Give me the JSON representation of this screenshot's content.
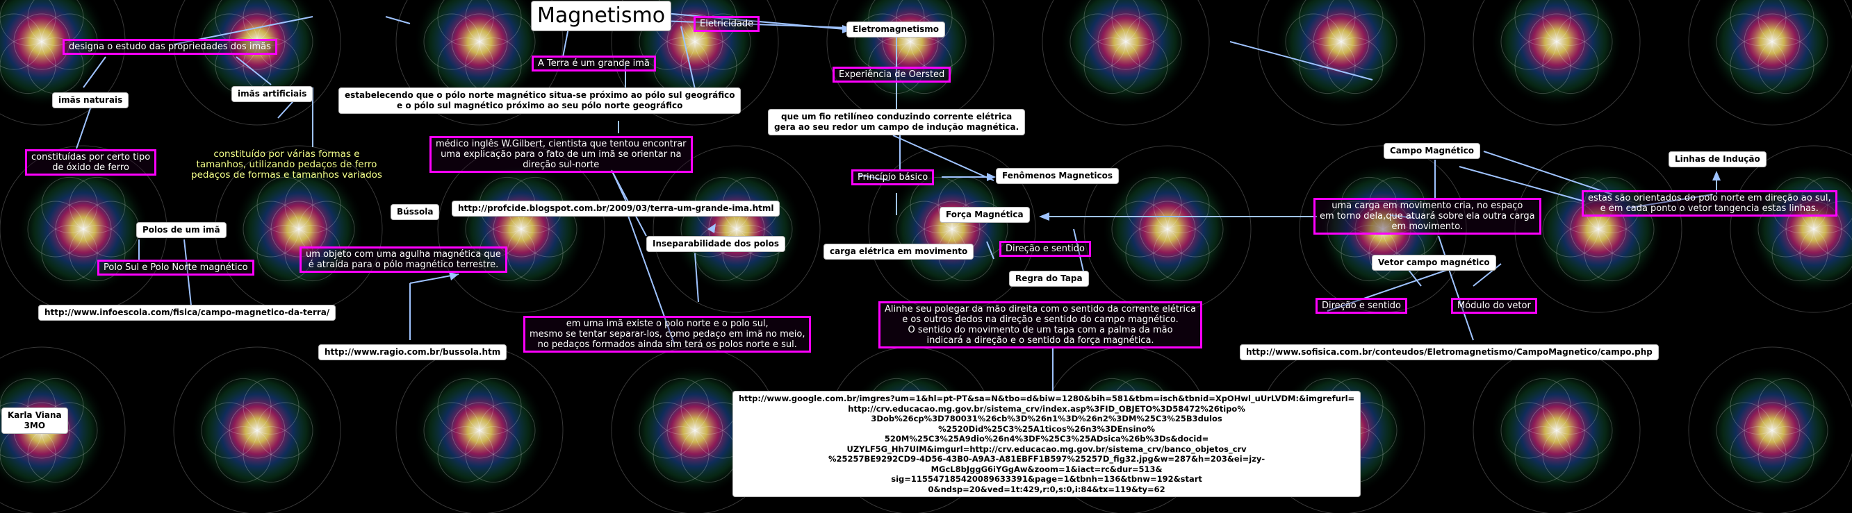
{
  "nodes": {
    "title": "Magnetismo",
    "eletricidade": "Eletricidade",
    "eletromagnetismo": "Eletromagnetismo",
    "designa": "designa o estudo das propriedades dos imãs",
    "terra_ima": "A Terra é um grande imã",
    "imas_naturais": "imãs naturais",
    "imas_artificiais": "imãs artificiais",
    "estabelecendo": "estabelecendo que o pólo norte magnético situa-se próximo ao pólo sul geográfico\ne o pólo sul magnético próximo ao seu pólo norte geográfico",
    "oersted": "Experiência de Oersted",
    "fio": "que um fio retilíneo conduzindo corrente elétrica\ngera ao seu redor um campo de indução magnética.",
    "constituidos_oxido": "constituídas por certo tipo\nde óxido de ferro",
    "constituido_varias": "constituído por várias formas e\ntamanhos, utilizando pedaços de ferro\npedaços de formas e tamanhos variados",
    "medico": "médico inglês  W.Gilbert, cientista que tentou encontrar\numa explicação para o fato de um imã se orientar na\ndireção sul-norte",
    "principio": "Princípio básico",
    "fenomenos": "Fenômenos Magneticos",
    "campo": "Campo Magnético",
    "linhas": "Linhas de Indução",
    "profcide": "http://profcide.blogspot.com.br/2009/03/terra-um-grande-ima.html",
    "polos": "Polos de um imã",
    "bussola": "Bússola",
    "forca": "Força Magnética",
    "carga_mov": "uma carga em movimento cria, no espaço\nem torno dela,que atuará sobre ela outra carga\nem movimento.",
    "estas": "estas são orientados do polo norte em direção ao sul,\ne em cada ponto o vetor tangencia estas linhas.",
    "insep": "Inseparabilidade dos polos",
    "carga_eletrica": "carga elétrica em movimento",
    "direcao": "Direção e sentido",
    "polo_sul_norte": "Polo Sul e Polo Norte magnético",
    "agulha": "um objeto com uma agulha magnética que\né atraída para o pólo magnético terrestre.",
    "vetor": "Vetor campo magnético",
    "regra": "Regra do Tapa",
    "infoescola": "http://www.infoescola.com/fisica/campo-magnetico-da-terra/",
    "alinhe": "Alinhe seu polegar da mão direita com o sentido da corrente elétrica\ne os outros dedos na direção e sentido do campo magnético.\nO sentido do movimento de um tapa com a palma da mão\nindicará a direção e o sentido da força magnética.",
    "direcao2": "Direção e sentido",
    "modulo": "Módulo do vetor",
    "imaum": "em uma imã existe o polo norte e o polo sul,\nmesmo se tentar separar-los, como pedaço em imã no meio,\nno pedaços formados ainda sim terá os polos norte e sul.",
    "ragio": "http://www.ragio.com.br/bussola.htm",
    "sofisica": "http://www.sofisica.com.br/conteudos/Eletromagnetismo/CampoMagnetico/campo.php",
    "karla": "Karla Viana\n3MO",
    "google": "http://www.google.com.br/imgres?um=1&hl=pt-PT&sa=N&tbo=d&biw=1280&bih=581&tbm=isch&tbnid=XpOHwl_uUrLVDM:&imgrefurl=\nhttp://crv.educacao.mg.gov.br/sistema_crv/index.asp%3FID_OBJETO%3D58472%26tipo%\n3Dob%26cp%3D780031%26cb%3D%26n1%3D%26n2%3DM%25C3%25B3dulos\n%2520Did%25C3%25A1ticos%26n3%3DEnsino%\n520M%25C3%25A9dio%26n4%3DF%25C3%25ADsica%26b%3Ds&docid=\nUZYLF5G_Hh7UIM&imgurl=http://crv.educacao.mg.gov.br/sistema_crv/banco_objetos_crv\n%25257BE9292CD9-4D56-43B0-A9A3-A81EBFF1B597%25257D_fig32.jpg&w=287&h=203&ei=jzy-\nMGcL8bJggG6iYGgAw&zoom=1&iact=rc&dur=513&\nsig=115547185420089633391&page=1&tbnh=136&tbnw=192&start\n0&ndsp=20&ved=1t:429,r:0,s:0,i:84&tx=119&ty=62"
  },
  "colors": {
    "background": "#000000",
    "accent_border": "#ff00ff",
    "connector": "#9fc3ff",
    "node_white": "#ffffff"
  }
}
